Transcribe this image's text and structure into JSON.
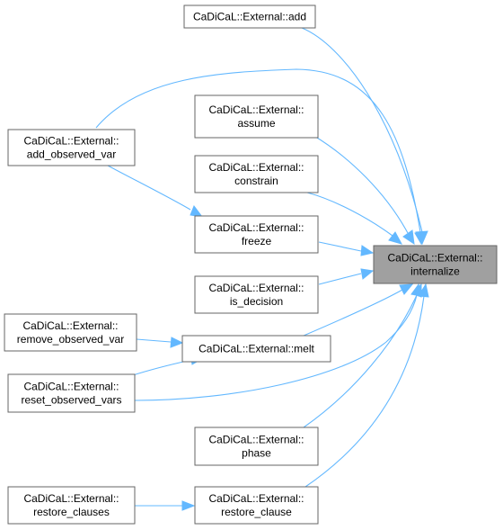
{
  "colors": {
    "edge": "#63b8ff",
    "node_border": "#666666",
    "node_fill": "#ffffff",
    "focus_fill": "#a0a0a0"
  },
  "nodes": {
    "add": {
      "lines": [
        "CaDiCaL::External::add"
      ]
    },
    "add_observed_var": {
      "lines": [
        "CaDiCaL::External::",
        "add_observed_var"
      ]
    },
    "assume": {
      "lines": [
        "CaDiCaL::External::",
        "assume"
      ]
    },
    "constrain": {
      "lines": [
        "CaDiCaL::External::",
        "constrain"
      ]
    },
    "freeze": {
      "lines": [
        "CaDiCaL::External::",
        "freeze"
      ]
    },
    "internalize": {
      "lines": [
        "CaDiCaL::External::",
        "internalize"
      ]
    },
    "is_decision": {
      "lines": [
        "CaDiCaL::External::",
        "is_decision"
      ]
    },
    "remove_observed_var": {
      "lines": [
        "CaDiCaL::External::",
        "remove_observed_var"
      ]
    },
    "melt": {
      "lines": [
        "CaDiCaL::External::melt"
      ]
    },
    "reset_observed_vars": {
      "lines": [
        "CaDiCaL::External::",
        "reset_observed_vars"
      ]
    },
    "phase": {
      "lines": [
        "CaDiCaL::External::",
        "phase"
      ]
    },
    "restore_clauses": {
      "lines": [
        "CaDiCaL::External::",
        "restore_clauses"
      ]
    },
    "restore_clause": {
      "lines": [
        "CaDiCaL::External::",
        "restore_clause"
      ]
    }
  },
  "edges": [
    {
      "from": "add",
      "to": "internalize"
    },
    {
      "from": "add_observed_var",
      "to": "internalize"
    },
    {
      "from": "add_observed_var",
      "to": "freeze"
    },
    {
      "from": "assume",
      "to": "internalize"
    },
    {
      "from": "constrain",
      "to": "internalize"
    },
    {
      "from": "freeze",
      "to": "internalize"
    },
    {
      "from": "is_decision",
      "to": "internalize"
    },
    {
      "from": "melt",
      "to": "internalize"
    },
    {
      "from": "remove_observed_var",
      "to": "melt"
    },
    {
      "from": "reset_observed_vars",
      "to": "melt"
    },
    {
      "from": "reset_observed_vars",
      "to": "internalize"
    },
    {
      "from": "phase",
      "to": "internalize"
    },
    {
      "from": "restore_clause",
      "to": "internalize"
    },
    {
      "from": "restore_clauses",
      "to": "restore_clause"
    }
  ]
}
